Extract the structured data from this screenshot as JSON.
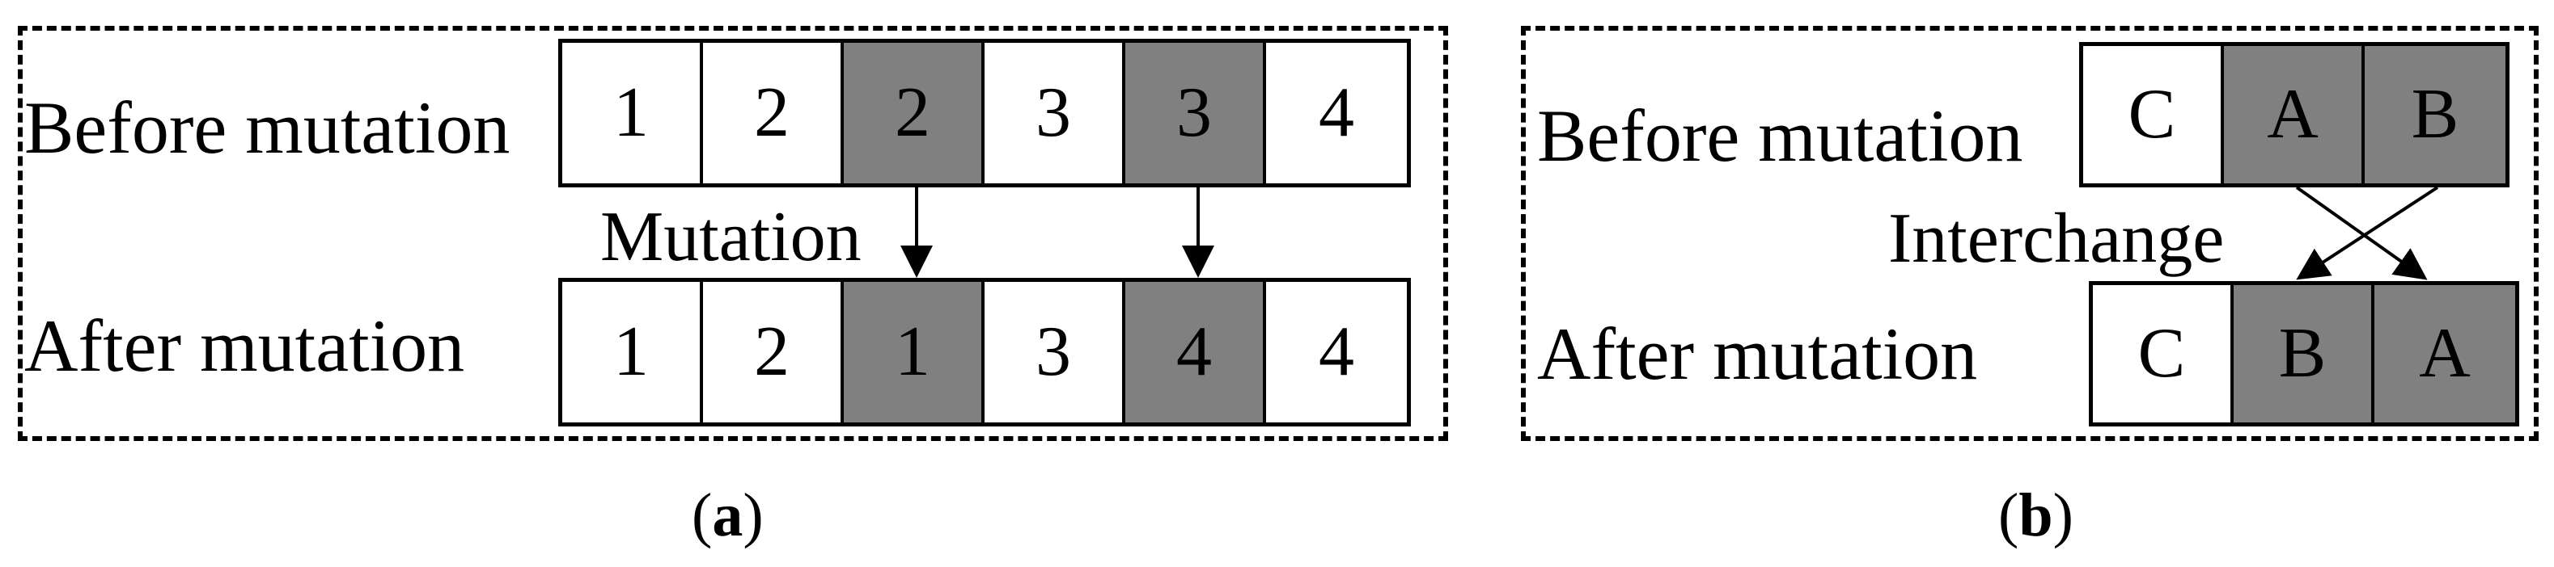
{
  "panel_a": {
    "before_label": "Before mutation",
    "after_label": "After mutation",
    "operation_label": "Mutation",
    "before_cells": [
      {
        "value": "1",
        "shaded": false
      },
      {
        "value": "2",
        "shaded": false
      },
      {
        "value": "2",
        "shaded": true
      },
      {
        "value": "3",
        "shaded": false
      },
      {
        "value": "3",
        "shaded": true
      },
      {
        "value": "4",
        "shaded": false
      }
    ],
    "after_cells": [
      {
        "value": "1",
        "shaded": false
      },
      {
        "value": "2",
        "shaded": false
      },
      {
        "value": "1",
        "shaded": true
      },
      {
        "value": "3",
        "shaded": false
      },
      {
        "value": "4",
        "shaded": true
      },
      {
        "value": "4",
        "shaded": false
      }
    ],
    "caption_open": "(",
    "caption_letter": "a",
    "caption_close": ")"
  },
  "panel_b": {
    "before_label": "Before mutation",
    "after_label": "After mutation",
    "operation_label": "Interchange",
    "before_cells": [
      {
        "value": "C",
        "shaded": false
      },
      {
        "value": "A",
        "shaded": true
      },
      {
        "value": "B",
        "shaded": true
      }
    ],
    "after_cells": [
      {
        "value": "C",
        "shaded": false
      },
      {
        "value": "B",
        "shaded": true
      },
      {
        "value": "A",
        "shaded": true
      }
    ],
    "caption_open": "(",
    "caption_letter": "b",
    "caption_close": ")"
  },
  "colors": {
    "shaded_cell": "#808080",
    "plain_cell": "#ffffff",
    "stroke": "#000000"
  }
}
